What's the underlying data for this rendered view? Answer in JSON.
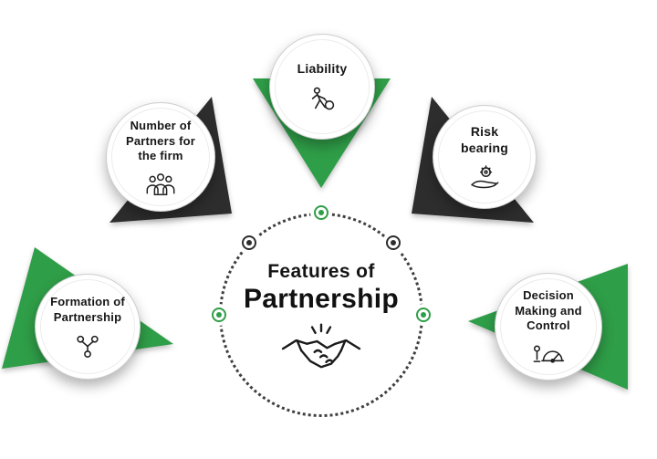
{
  "diagram": {
    "center": {
      "title_line1": "Features of",
      "title_line2": "Partnership",
      "icon": "handshake-icon"
    },
    "nodes": [
      {
        "id": "liability",
        "label": "Liability",
        "icon": "runner-with-weight-icon",
        "accent": "#2f9e48"
      },
      {
        "id": "number-of-partners",
        "label": "Number of\nPartners for\nthe firm",
        "icon": "group-of-partners-icon",
        "accent": "#2d2d2d"
      },
      {
        "id": "risk-bearing",
        "label": "Risk\nbearing",
        "icon": "hand-with-gear-icon",
        "accent": "#2d2d2d"
      },
      {
        "id": "formation-of-partnership",
        "label": "Formation of\nPartnership",
        "icon": "branching-structure-icon",
        "accent": "#2f9e48"
      },
      {
        "id": "decision-making-and-control",
        "label": "Decision\nMaking and\nControl",
        "icon": "gauge-with-person-icon",
        "accent": "#2f9e48"
      }
    ],
    "colors": {
      "green": "#2f9e48",
      "dark": "#2d2d2d",
      "ring": "#3f3f3f"
    }
  }
}
